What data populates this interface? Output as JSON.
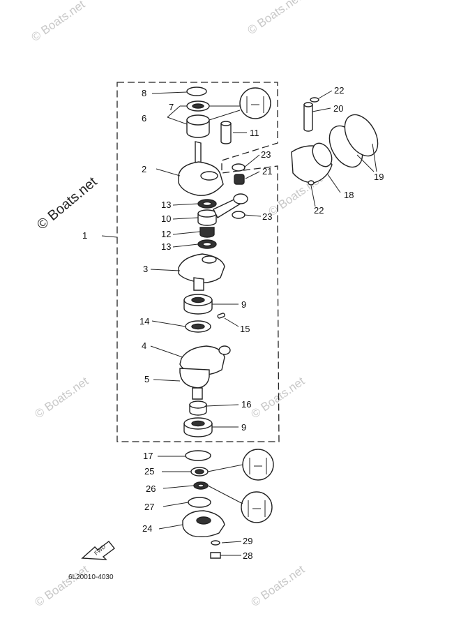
{
  "diagram": {
    "part_code": "6L20010-4030",
    "fwd_label": "FWD",
    "watermarks": {
      "main": "© Boats.net",
      "faint": [
        "© Boats.net",
        "© Boats.net",
        "© Boats.net",
        "© Boats.net",
        "© Boats.net",
        "© Boats.net",
        "© Boats.net"
      ]
    },
    "callouts": [
      "1",
      "2",
      "3",
      "4",
      "5",
      "6",
      "7",
      "8",
      "9",
      "9",
      "10",
      "11",
      "12",
      "13",
      "13",
      "14",
      "15",
      "16",
      "17",
      "18",
      "19",
      "20",
      "21",
      "22",
      "22",
      "23",
      "23",
      "24",
      "25",
      "26",
      "27",
      "28",
      "29"
    ]
  }
}
